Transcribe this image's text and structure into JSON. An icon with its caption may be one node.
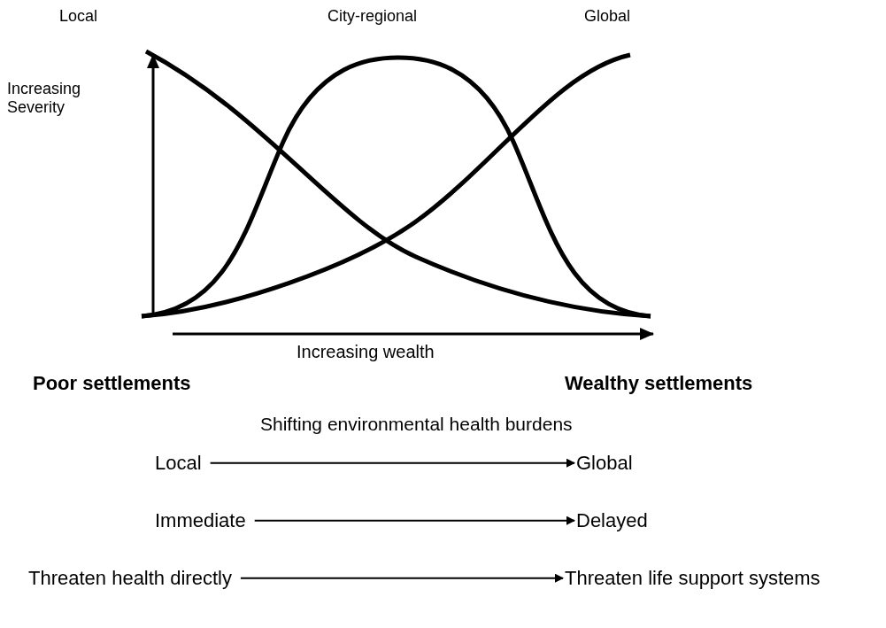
{
  "diagram": {
    "nodes": [
      {
        "text": [
          "Local"
        ]
      },
      {
        "text": [
          "Global"
        ]
      },
      {
        "text": [
          "Immediate"
        ]
      },
      {
        "text": [
          "Delayed"
        ]
      },
      {
        "text": [
          "Threaten health directly"
        ]
      },
      {
        "text": [
          "Threaten life support systems"
        ]
      }
    ],
    "edges": [
      {
        "from": 0,
        "to": 1,
        "arrow": "to"
      },
      {
        "from": 2,
        "to": 3,
        "arrow": "to"
      },
      {
        "from": 4,
        "to": 5,
        "arrow": "to"
      }
    ],
    "labels": [
      "Local",
      "City-regional",
      "Global",
      "Increasing Severity",
      "Increasing wealth",
      "Poor settlements",
      "Wealthy settlements",
      "Shifting environmental health burdens"
    ]
  }
}
